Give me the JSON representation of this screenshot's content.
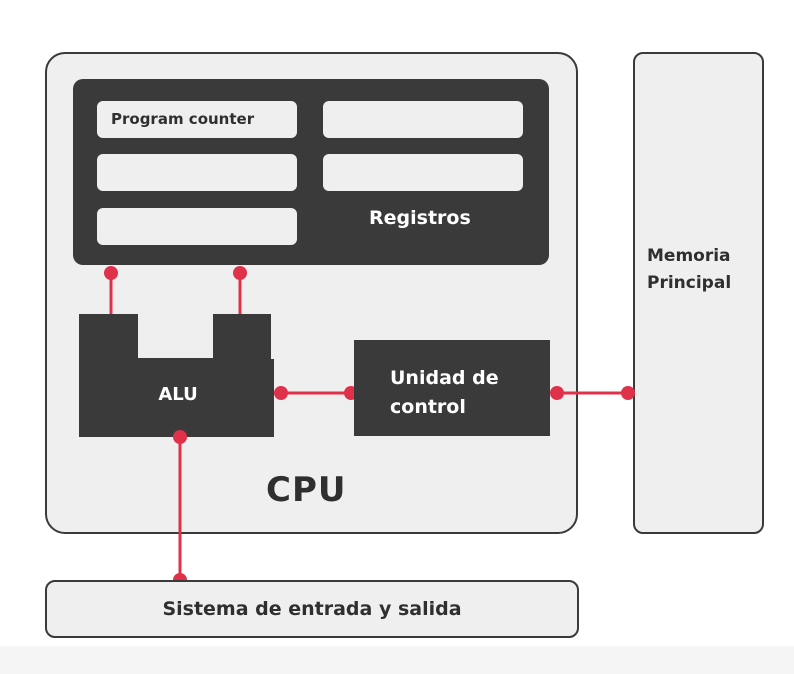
{
  "cpu": {
    "label": "CPU"
  },
  "registers": {
    "label": "Registros",
    "slots": [
      "Program counter",
      "",
      "",
      "",
      ""
    ]
  },
  "alu": {
    "label": "ALU"
  },
  "control_unit": {
    "label": "Unidad de\ncontrol"
  },
  "main_memory": {
    "label": "Memoria\nPrincipal"
  },
  "io_system": {
    "label": "Sistema de entrada y salida"
  },
  "colors": {
    "dark": "#3a3a3a",
    "light": "#efefef",
    "connector": "#e0314b"
  }
}
